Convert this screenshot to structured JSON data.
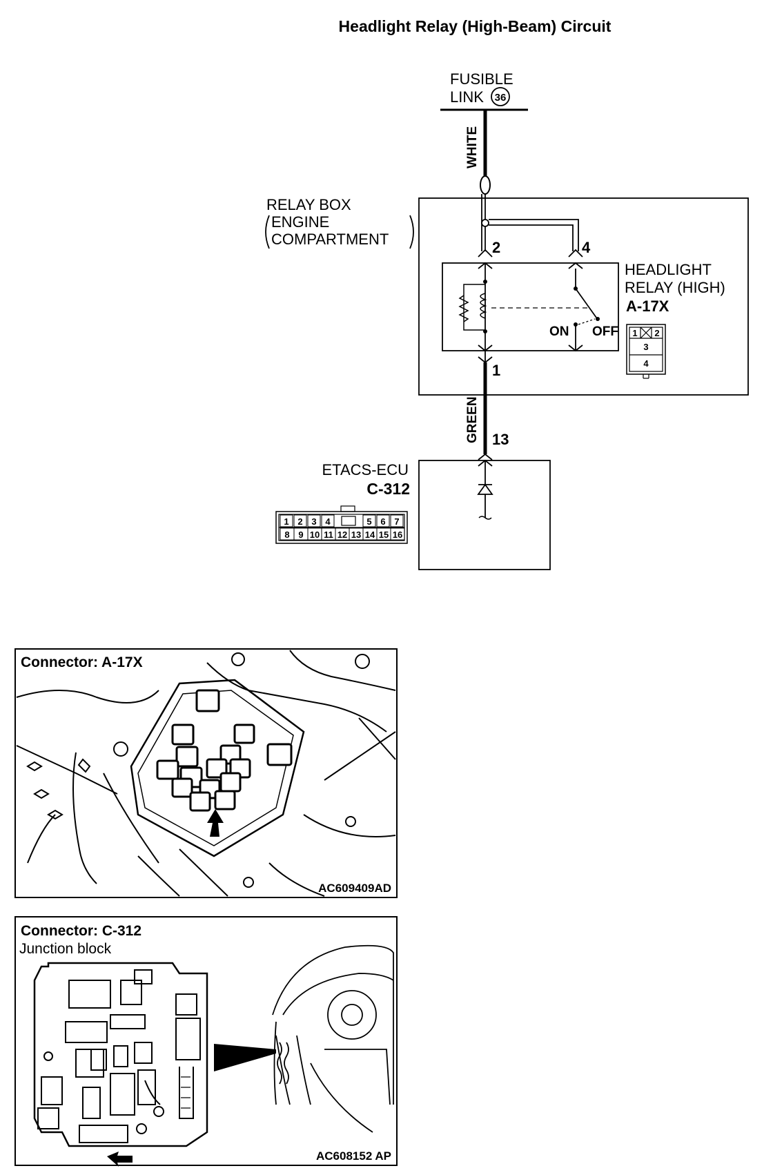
{
  "title": "Headlight Relay (High-Beam) Circuit",
  "fusible_link": {
    "line1": "FUSIBLE",
    "line2": "LINK",
    "number": "36"
  },
  "wires": {
    "upper": "WHITE",
    "lower": "GREEN"
  },
  "relay_box": {
    "line1": "RELAY BOX",
    "line2": "ENGINE",
    "line3": "COMPARTMENT"
  },
  "relay": {
    "line1": "HEADLIGHT",
    "line2": "RELAY (HIGH)",
    "connector": "A-17X",
    "switch_on": "ON",
    "switch_off": "OFF"
  },
  "relay_pins": {
    "p1": "1",
    "p2": "2",
    "p4": "4"
  },
  "relay_connector_pins": [
    "1",
    "2",
    "3",
    "4"
  ],
  "ecu": {
    "name": "ETACS-ECU",
    "connector": "C-312",
    "pin": "13"
  },
  "ecu_connector_pins": {
    "top": [
      "1",
      "2",
      "3",
      "4",
      "5",
      "6",
      "7"
    ],
    "bottom": [
      "8",
      "9",
      "10",
      "11",
      "12",
      "13",
      "14",
      "15",
      "16"
    ]
  },
  "figure1": {
    "caption": "Connector: A-17X",
    "code": "AC609409AD"
  },
  "figure2": {
    "caption": "Connector: C-312",
    "subcaption": "Junction block",
    "code": "AC608152 AP"
  }
}
